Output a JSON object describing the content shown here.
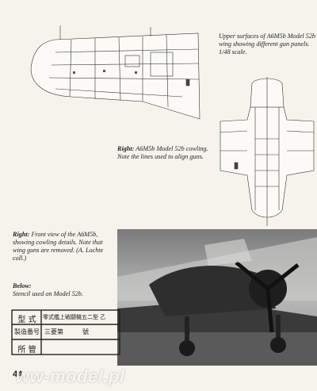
{
  "captions": {
    "wing": "Upper surfaces of A6M5b Model 52b wing showing different gun panels. 1/48 scale.",
    "cowling_lead": "Right:",
    "cowling": " A6M5b Model 52b cowling. Note the lines used to align guns.",
    "front_lead": "Right:",
    "front": " Front view of the A6M5b, showing cowling details. Note that wing guns are removed. (A. Lochte coll.)",
    "stencil_lead": "Below:",
    "stencil": "Stencil used on Model 52b."
  },
  "stencil": {
    "rows": [
      {
        "label": "型 式",
        "value": "零式艦上戦闘機五二型 乙"
      },
      {
        "label": "製造番号",
        "value": "三菱第　　　號"
      },
      {
        "label": "所 管",
        "value": ""
      }
    ]
  },
  "page_number": "44",
  "watermark": "ww-model.pl"
}
